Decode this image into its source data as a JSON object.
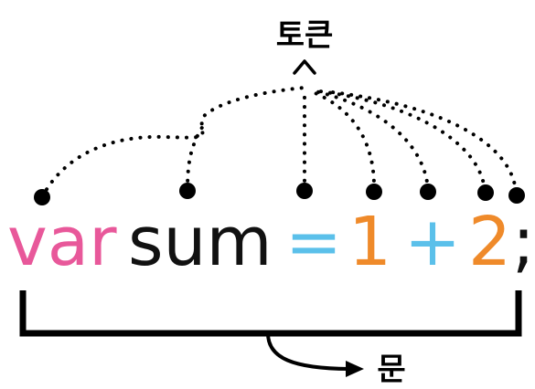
{
  "labels": {
    "token": "토큰",
    "statement": "문"
  },
  "code": [
    {
      "text": "var",
      "color": "#e8589a"
    },
    {
      "text": "sum",
      "color": "#111111"
    },
    {
      "text": "=",
      "color": "#5bc0ea"
    },
    {
      "text": "1",
      "color": "#ef8a2a"
    },
    {
      "text": "+",
      "color": "#5bc0ea"
    },
    {
      "text": "2",
      "color": "#ef8a2a"
    },
    {
      "text": ";",
      "color": "#111111"
    }
  ],
  "colors": {
    "ink": "#000000"
  }
}
